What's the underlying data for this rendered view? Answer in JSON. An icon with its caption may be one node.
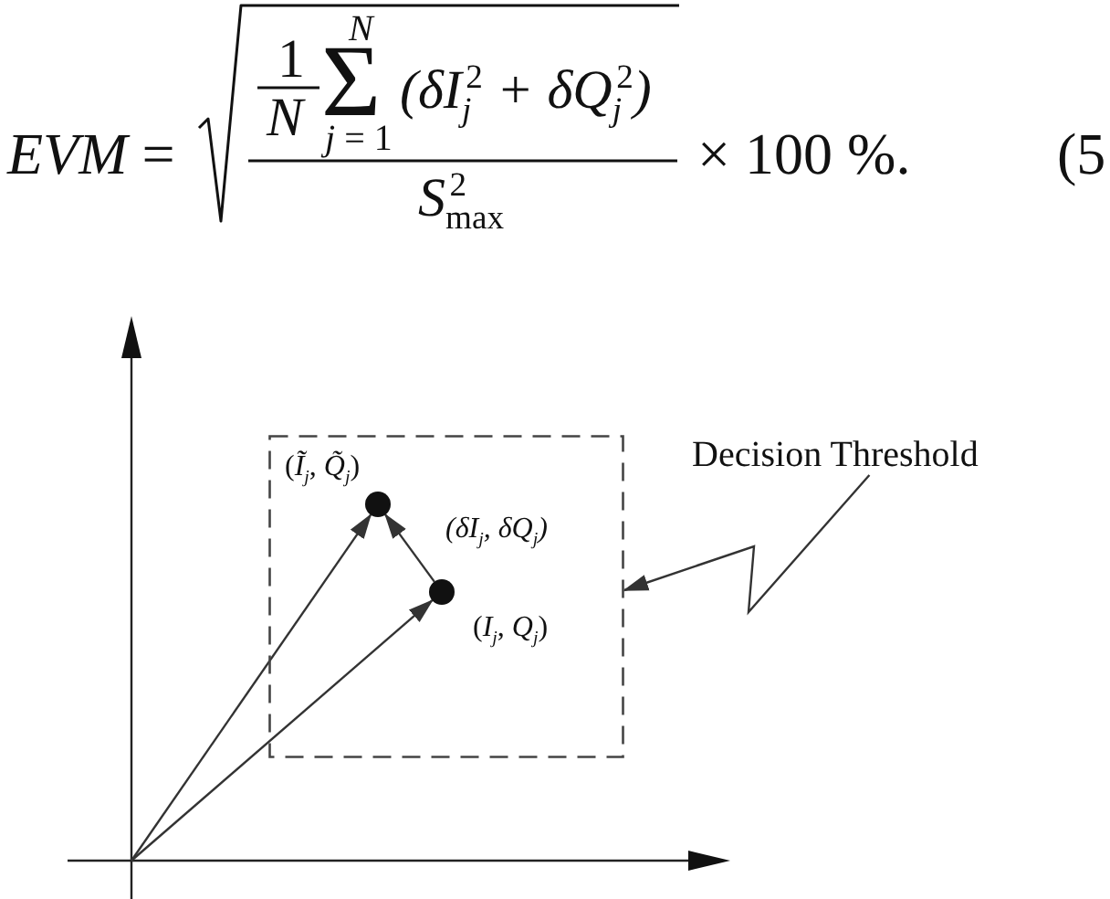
{
  "diagram": {
    "nodes": [
      {
        "text": [],
        "shape": "box"
      },
      {
        "text": [],
        "shape": "circle",
        "in": 0,
        "beside": [
          "(*Ĩ*$_{j}$, *Q̃*$_{j}$)"
        ]
      },
      {
        "text": [],
        "shape": "circle",
        "in": 0,
        "beside": [
          "(*I*$_{j}$, *Q*$_{j}$)"
        ]
      },
      {
        "text": [
          "Decision Threshold"
        ]
      }
    ],
    "edges": [
      {
        "from": null,
        "to": 1,
        "arrow": "to"
      },
      {
        "from": null,
        "to": 2,
        "arrow": "to"
      },
      {
        "from": 2,
        "to": 1,
        "arrow": "to",
        "label": "(δI$_{j}$, δQ$_{j}$)"
      },
      {
        "from": 3,
        "to": 0,
        "arrow": "to"
      }
    ],
    "labels": [
      "*EVM* =",
      "1",
      "N",
      "N",
      "Σ",
      "*j* = 1",
      "(δI$_{j}$$^{2}$ + δQ$_{j}$$^{2}$)",
      "*S*$^{2}$$_{max}$",
      "× 100 %.",
      "(5"
    ]
  }
}
